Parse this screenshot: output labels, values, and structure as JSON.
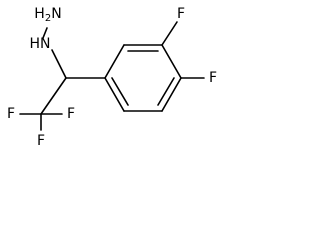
{
  "molecule": {
    "atoms": {
      "nh2": {
        "symbol": "N",
        "subscript": "2",
        "prefix": "H"
      },
      "nh": {
        "symbol": "N",
        "prefix": "H"
      },
      "f_top": "F",
      "f_right": "F",
      "cf3_f1": "F",
      "cf3_f2": "F",
      "cf3_f3": "F"
    }
  }
}
